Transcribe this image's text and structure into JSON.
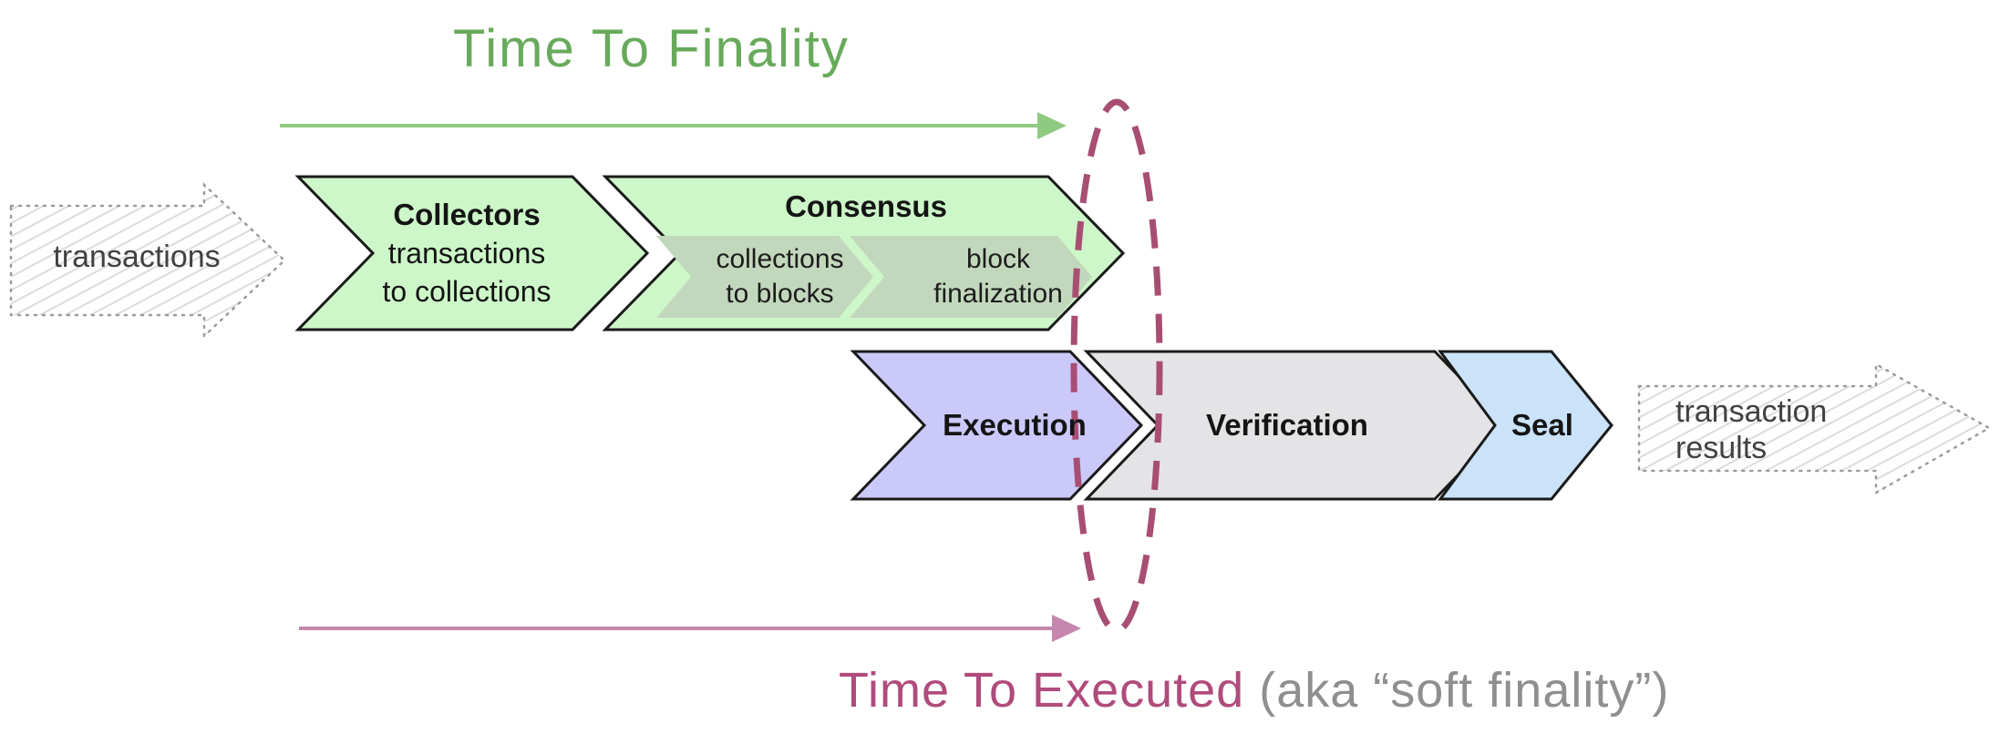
{
  "title": {
    "text": "Time To Finality"
  },
  "caption": {
    "primary": "Time To Executed",
    "secondary": "(aka “soft finality”)"
  },
  "io": {
    "in_label": "transactions",
    "out_line1": "transaction",
    "out_line2": "results"
  },
  "pipeline": {
    "collectors": {
      "title": "Collectors",
      "line1": "transactions",
      "line2": "to collections"
    },
    "consensus": {
      "title": "Consensus",
      "steps": [
        {
          "line1": "collections",
          "line2": "to blocks"
        },
        {
          "line1": "block",
          "line2": "finalization"
        }
      ]
    },
    "execution": {
      "title": "Execution"
    },
    "verification": {
      "title": "Verification"
    },
    "seal": {
      "title": "Seal"
    }
  },
  "colors": {
    "title_green": "#68aa5b",
    "arrow_green": "#8fca81",
    "arrow_pink": "#c687ae",
    "ellipse_pink": "#a84e73",
    "caption_pink": "#b04b7c",
    "caption_gray": "#8f8f8f",
    "chevron_green": "#cdf7c8",
    "chevron_substep": "#c2d8bd",
    "chevron_purple": "#cbc9f9",
    "chevron_gray": "#e4e4e6",
    "chevron_blue": "#cae3f9",
    "outline_black": "#1a1a1a",
    "sketch_border": "#9b9b9b",
    "sketch_hatch": "#dcdcdc",
    "sketch_text": "#414141"
  }
}
